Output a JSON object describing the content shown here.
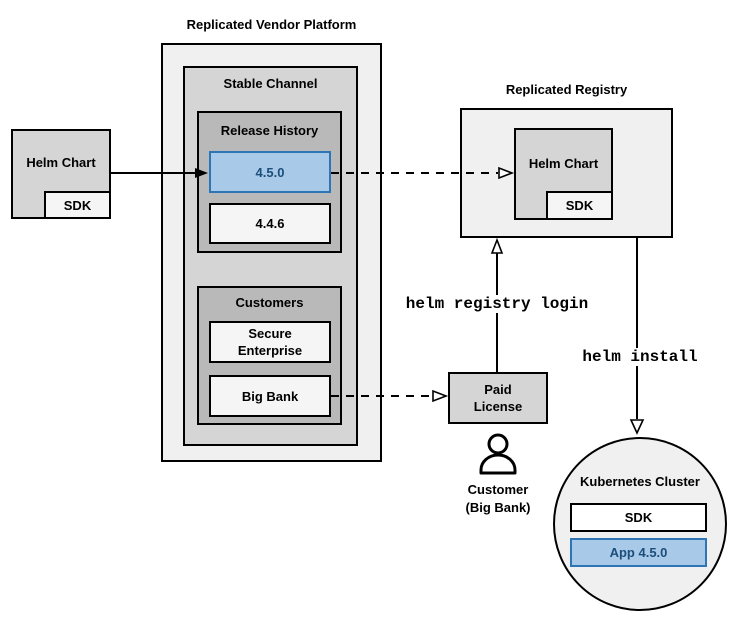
{
  "colors": {
    "accent-fill": "#a9c9e9",
    "accent-border": "#2e75b6",
    "accent-text": "#1b4e79"
  },
  "source_chart": {
    "label": "Helm Chart",
    "sdk": "SDK"
  },
  "vendor_platform": {
    "title": "Replicated Vendor Platform",
    "stable_channel_title": "Stable Channel",
    "release_history": {
      "title": "Release History",
      "current_version": "4.5.0",
      "previous_version": "4.4.6"
    },
    "customers": {
      "title": "Customers",
      "customer1_lines": [
        "Secure",
        "Enterprise"
      ],
      "customer2": "Big Bank"
    }
  },
  "registry": {
    "title": "Replicated Registry",
    "helm_chart": "Helm Chart",
    "sdk": "SDK"
  },
  "paid_license_lines": [
    "Paid",
    "License"
  ],
  "customer_lines": [
    "Customer",
    "(Big Bank)"
  ],
  "commands": {
    "registry_login": "helm registry login",
    "install": "helm install"
  },
  "kubernetes_cluster": {
    "title": "Kubernetes Cluster",
    "sdk": "SDK",
    "app": "App 4.5.0"
  }
}
